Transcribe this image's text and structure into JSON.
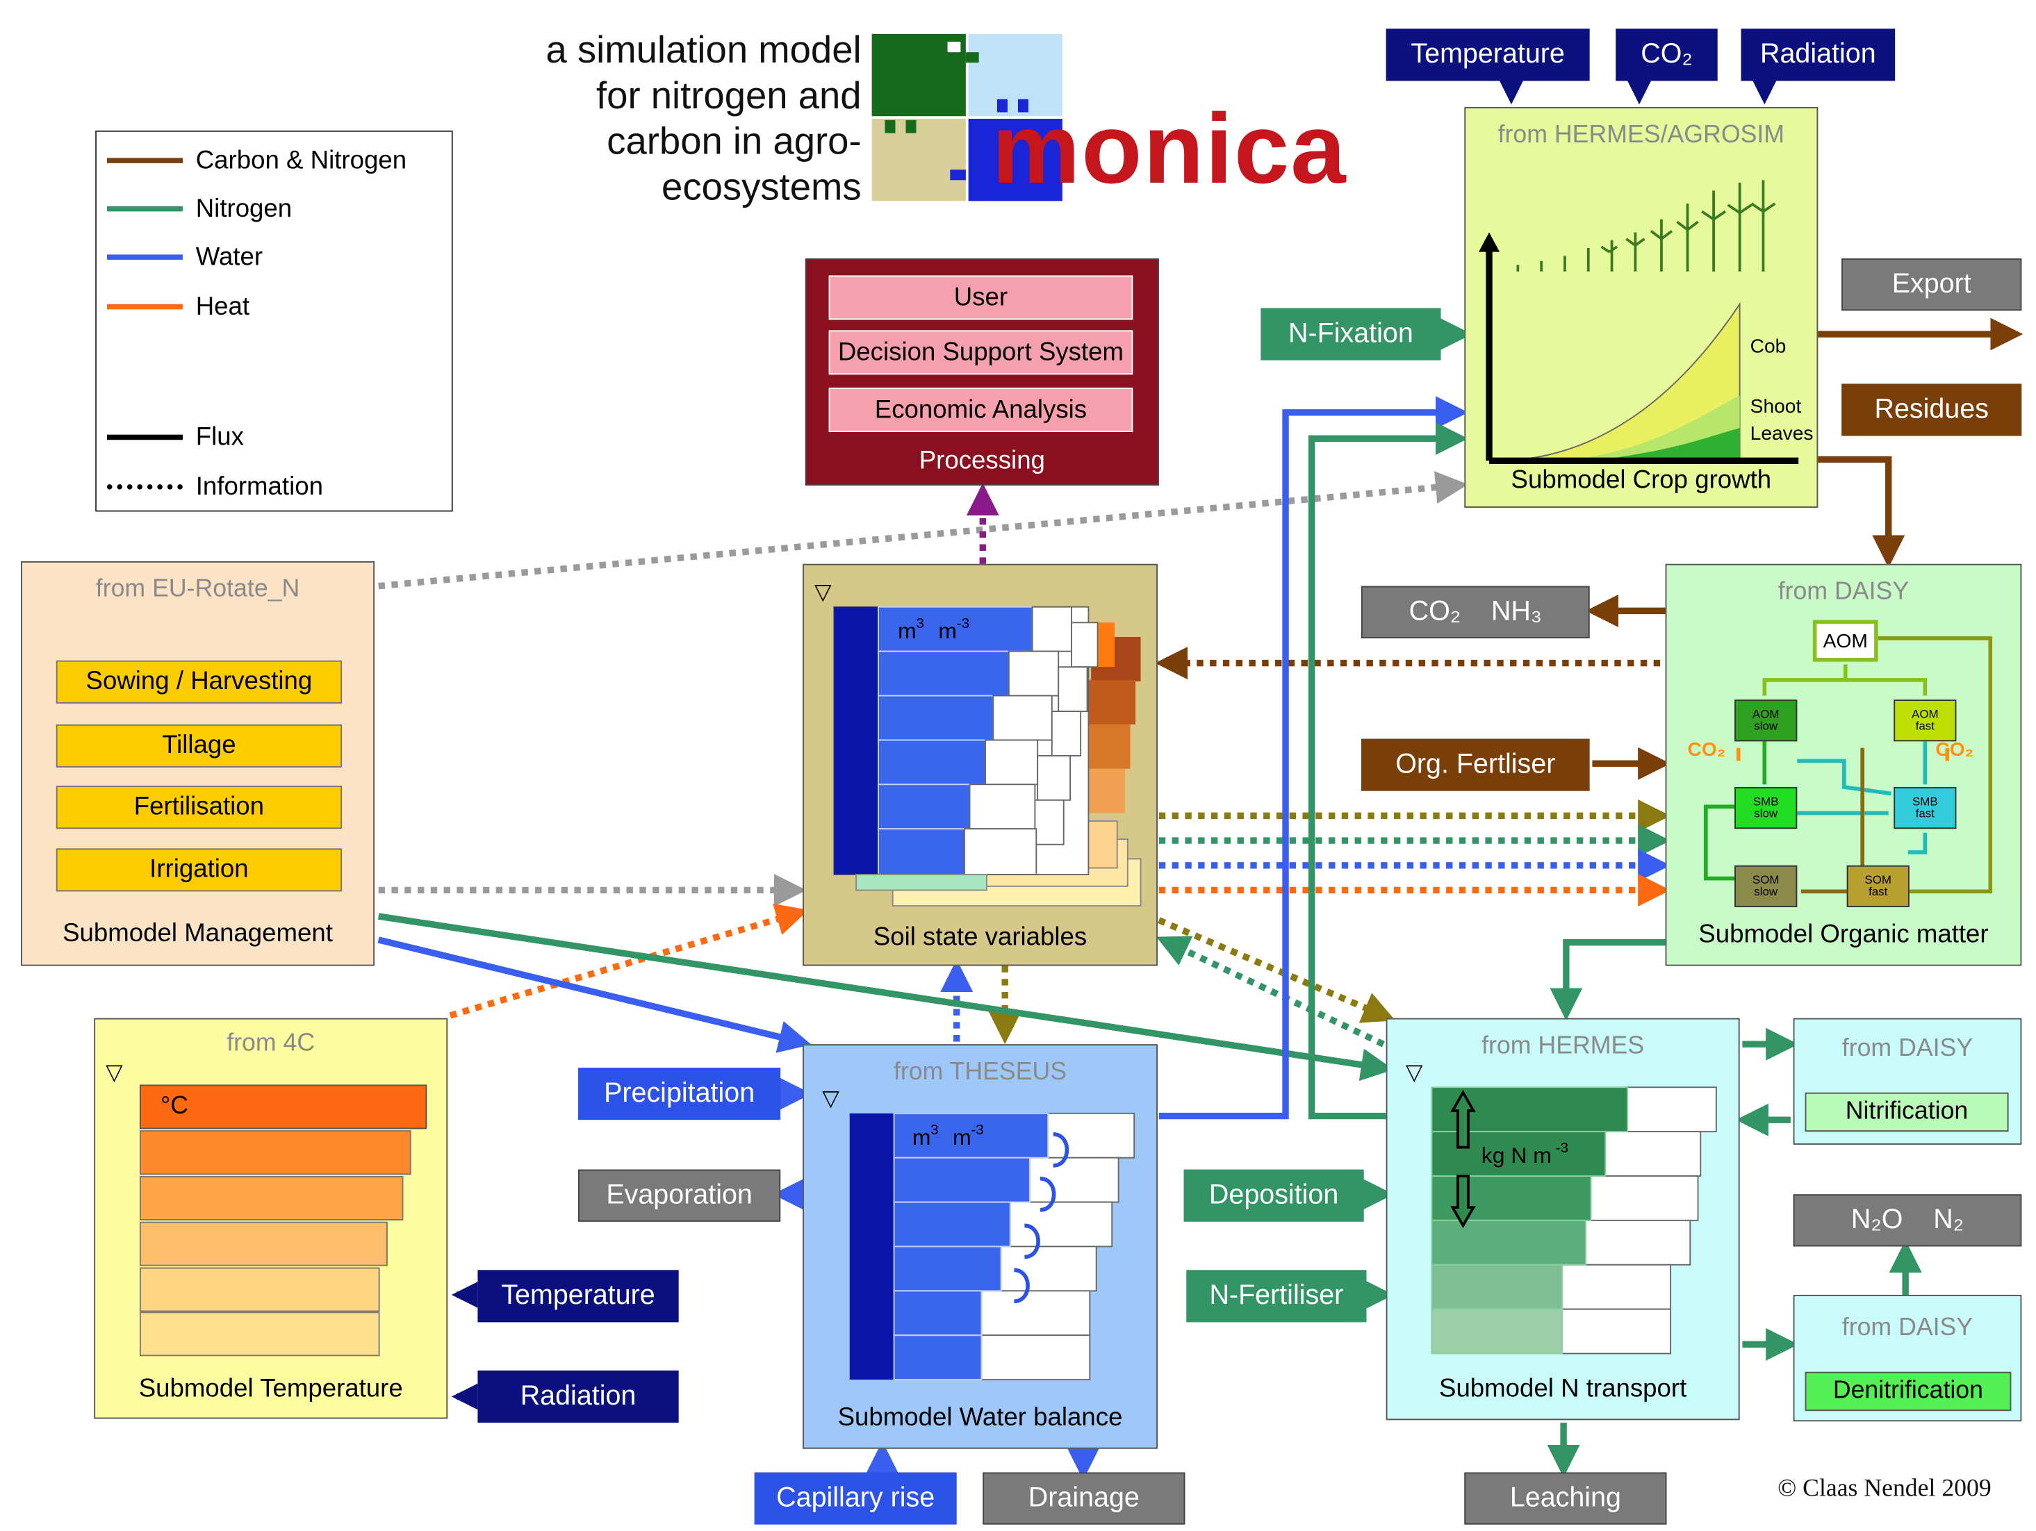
{
  "header": {
    "tagline": [
      "a simulation model",
      "for nitrogen and",
      "carbon in agro-",
      "ecosystems"
    ],
    "logo_word": "monica"
  },
  "legend": {
    "items": [
      {
        "label": "Carbon & Nitrogen",
        "color": "#7a3e08"
      },
      {
        "label": "Nitrogen",
        "color": "#339466"
      },
      {
        "label": "Water",
        "color": "#3a5ff0"
      },
      {
        "label": "Heat",
        "color": "#ff6a10"
      },
      {
        "label": "Flux",
        "style": "solid"
      },
      {
        "label": "Information",
        "style": "dotted"
      }
    ]
  },
  "climate_inputs": {
    "temperature": "Temperature",
    "co2": "CO₂",
    "radiation": "Radiation"
  },
  "crop": {
    "source": "from HERMES/AGROSIM",
    "labels": {
      "cob": "Cob",
      "shoot": "Shoot",
      "leaves": "Leaves"
    },
    "title": "Submodel Crop growth",
    "n_fixation": "N-Fixation",
    "export": "Export",
    "residues": "Residues"
  },
  "processing": {
    "items": [
      "User",
      "Decision Support System",
      "Economic Analysis"
    ],
    "title": "Processing"
  },
  "management": {
    "source": "from EU-Rotate_N",
    "items": [
      "Sowing / Harvesting",
      "Tillage",
      "Fertilisation",
      "Irrigation"
    ],
    "title": "Submodel Management"
  },
  "soil_state": {
    "unit_base": "m",
    "unit_exp": "3",
    "unit_den_exp": "-3",
    "title": "Soil state variables"
  },
  "organic": {
    "source": "from DAISY",
    "aom": "AOM",
    "pools": {
      "aom_slow": [
        "AOM",
        "slow"
      ],
      "aom_fast": [
        "AOM",
        "fast"
      ],
      "smb_slow": [
        "SMB",
        "slow"
      ],
      "smb_fast": [
        "SMB",
        "fast"
      ],
      "som_slow": [
        "SOM",
        "slow"
      ],
      "som_fast": [
        "SOM",
        "fast"
      ]
    },
    "co2_left": "CO₂",
    "co2_right": "CO₂",
    "title": "Submodel Organic matter",
    "gas_out": {
      "co2": "CO₂",
      "nh3": "NH₃"
    },
    "org_fertiliser": "Org. Fertliser"
  },
  "temperature_model": {
    "source": "from 4C",
    "unit": "°C",
    "title": "Submodel Temperature",
    "inputs": {
      "temperature": "Temperature",
      "radiation": "Radiation"
    }
  },
  "water": {
    "source": "from THESEUS",
    "unit": "m³ m⁻³",
    "title": "Submodel Water balance",
    "precipitation": "Precipitation",
    "evaporation": "Evaporation",
    "capillary_rise": "Capillary rise",
    "drainage": "Drainage"
  },
  "n_transport": {
    "source": "from HERMES",
    "unit": "kg N m⁻³",
    "title": "Submodel N transport",
    "deposition": "Deposition",
    "n_fertiliser": "N-Fertiliser",
    "leaching": "Leaching"
  },
  "nitrification": {
    "source": "from DAISY",
    "label": "Nitrification"
  },
  "denitrification": {
    "source": "from DAISY",
    "label": "Denitrification",
    "gases": {
      "n2o": "N₂O",
      "n2": "N₂"
    }
  },
  "copyright": "© Claas Nendel 2009"
}
